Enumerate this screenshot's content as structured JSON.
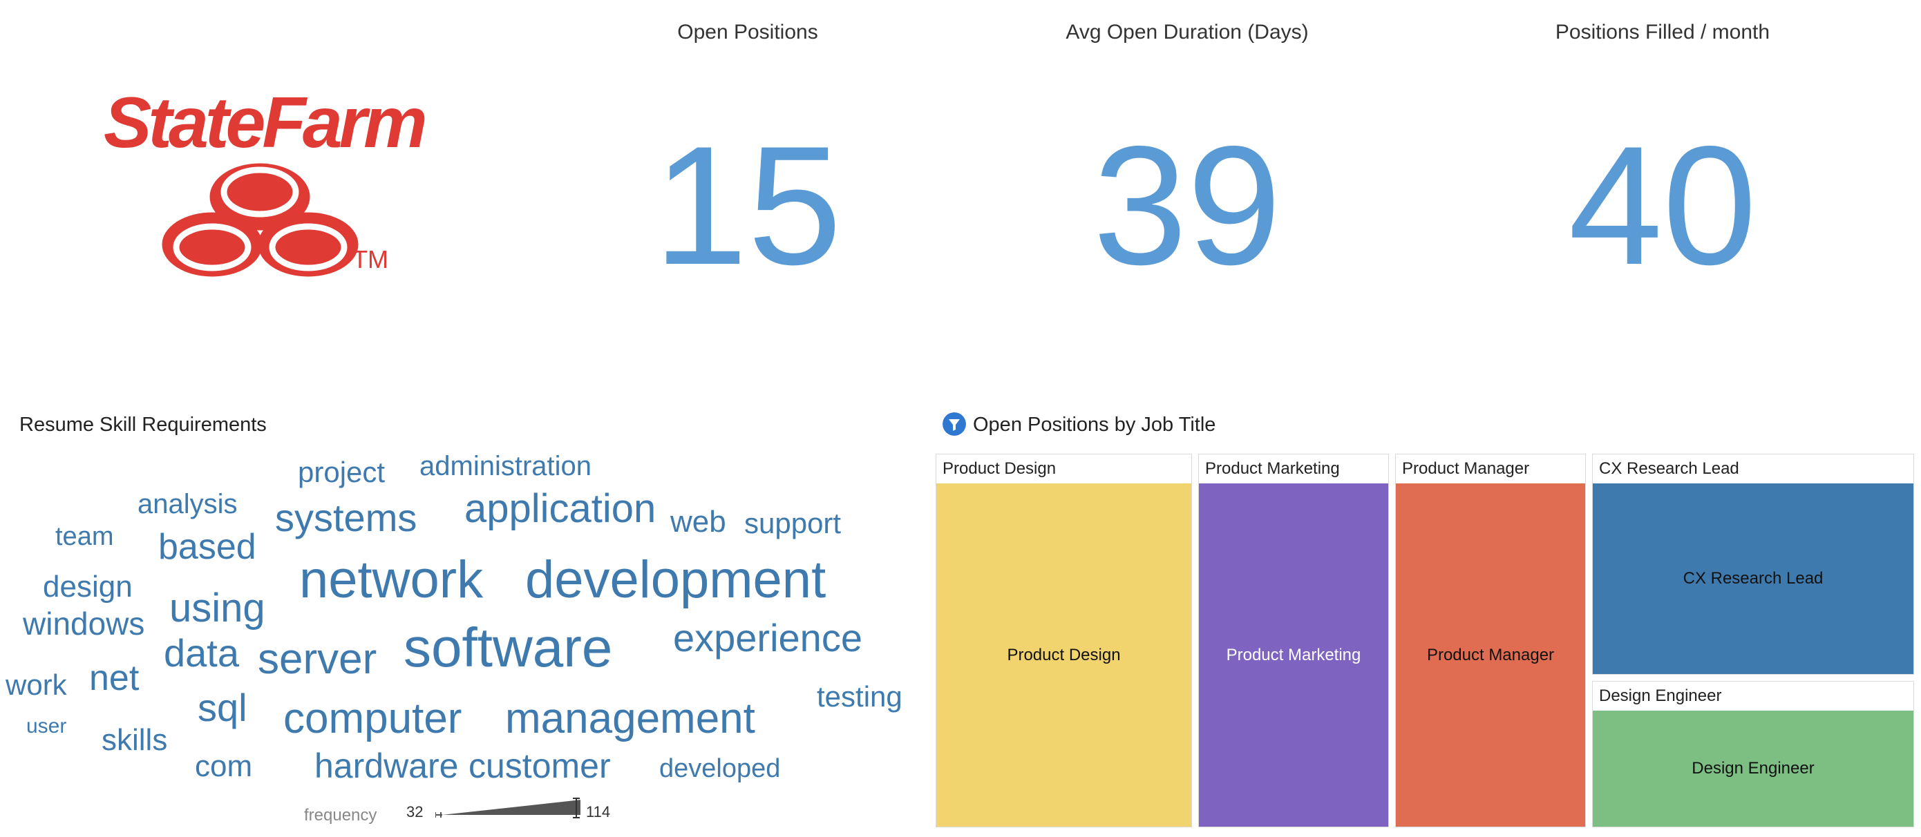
{
  "logo": {
    "text": "StateFarm",
    "trademark": "TM",
    "color": "#e03a34"
  },
  "kpis": [
    {
      "title": "Open Positions",
      "value": "15"
    },
    {
      "title": "Avg Open Duration (Days)",
      "value": "39"
    },
    {
      "title": "Positions Filled / month",
      "value": "40"
    }
  ],
  "kpi_color": "#5b9bd5",
  "wordcloud": {
    "title": "Resume Skill Requirements",
    "color": "#3f7aae",
    "words": [
      {
        "text": "project"
      },
      {
        "text": "administration"
      },
      {
        "text": "analysis"
      },
      {
        "text": "systems"
      },
      {
        "text": "application"
      },
      {
        "text": "web"
      },
      {
        "text": "support"
      },
      {
        "text": "team"
      },
      {
        "text": "based"
      },
      {
        "text": "network"
      },
      {
        "text": "development"
      },
      {
        "text": "design"
      },
      {
        "text": "windows"
      },
      {
        "text": "using"
      },
      {
        "text": "experience"
      },
      {
        "text": "data"
      },
      {
        "text": "server"
      },
      {
        "text": "software"
      },
      {
        "text": "work"
      },
      {
        "text": "net"
      },
      {
        "text": "testing"
      },
      {
        "text": "sql"
      },
      {
        "text": "computer"
      },
      {
        "text": "management"
      },
      {
        "text": "user"
      },
      {
        "text": "skills"
      },
      {
        "text": "com"
      },
      {
        "text": "hardware"
      },
      {
        "text": "customer"
      },
      {
        "text": "developed"
      }
    ],
    "legend": {
      "label": "frequency",
      "min": "32",
      "max": "114"
    }
  },
  "treemap": {
    "title": "Open Positions by Job Title",
    "filter_icon": "filter-icon",
    "cells": [
      {
        "title": "Product Design",
        "label": "Product Design",
        "color": "#f2d46f",
        "text_color": "#111111"
      },
      {
        "title": "Product Marketing",
        "label": "Product Marketing",
        "color": "#7e64c0",
        "text_color": "#ffffff"
      },
      {
        "title": "Product Manager",
        "label": "Product Manager",
        "color": "#e06d51",
        "text_color": "#111111"
      },
      {
        "title": "CX Research Lead",
        "label": "CX Research Lead",
        "color": "#3f7aae",
        "text_color": "#111111"
      },
      {
        "title": "Design Engineer",
        "label": "Design Engineer",
        "color": "#7dbf82",
        "text_color": "#111111"
      }
    ]
  }
}
